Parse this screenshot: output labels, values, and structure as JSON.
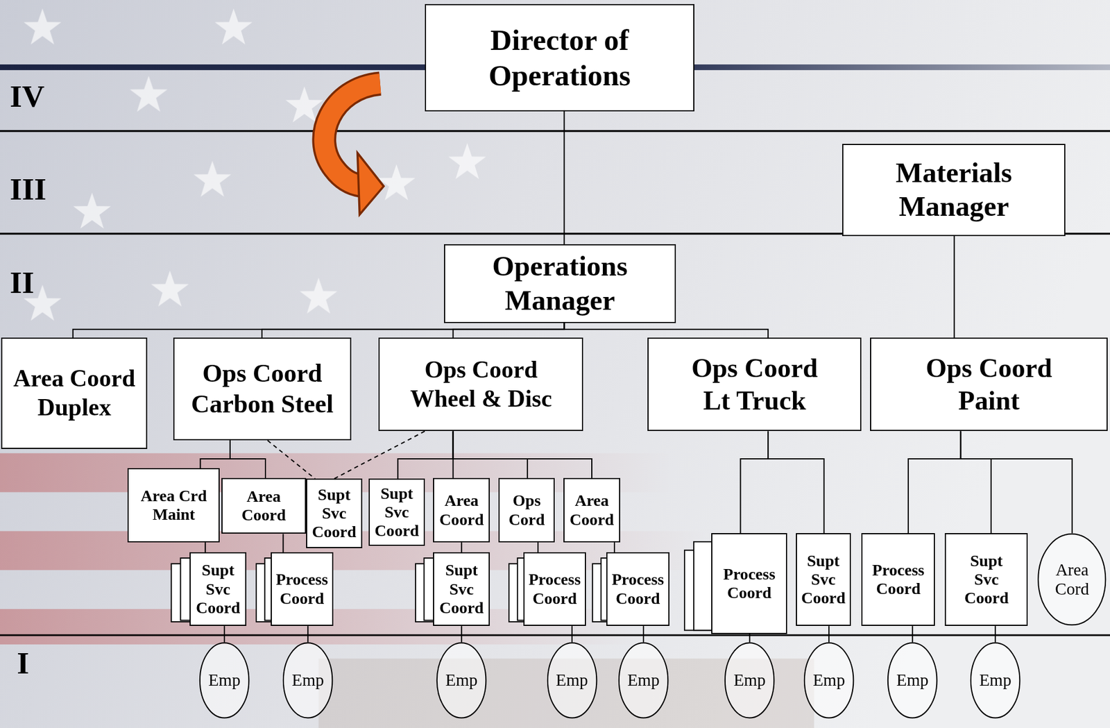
{
  "diagram": {
    "nodes": [
      {
        "text": [
          "Director of Operations"
        ]
      },
      {
        "text": [
          "Materials Manager"
        ]
      },
      {
        "text": [
          "Operations Manager"
        ]
      },
      {
        "text": [
          "Area Coord Duplex"
        ]
      },
      {
        "text": [
          "Ops Coord Carbon Steel"
        ]
      },
      {
        "text": [
          "Ops Coord Wheel & Disc"
        ]
      },
      {
        "text": [
          "Ops Coord Lt Truck"
        ]
      },
      {
        "text": [
          "Ops Coord Paint"
        ]
      },
      {
        "text": [
          "Area Crd Maint"
        ]
      },
      {
        "text": [
          "Area Coord"
        ]
      },
      {
        "text": [
          "Supt Svc Coord"
        ]
      },
      {
        "text": [
          "Supt Svc Coord"
        ]
      },
      {
        "text": [
          "Area Coord"
        ]
      },
      {
        "text": [
          "Ops Cord"
        ]
      },
      {
        "text": [
          "Area Coord"
        ]
      },
      {
        "text": [
          "Supt Svc Coord"
        ]
      },
      {
        "text": [
          "Process Coord"
        ]
      },
      {
        "text": [
          "Supt Svc Coord"
        ]
      },
      {
        "text": [
          "Process Coord"
        ]
      },
      {
        "text": [
          "Process Coord"
        ]
      },
      {
        "text": [
          "Process Coord"
        ]
      },
      {
        "text": [
          "Supt Svc Coord"
        ]
      },
      {
        "text": [
          "Process Coord"
        ]
      },
      {
        "text": [
          "Supt Svc Coord"
        ]
      },
      {
        "text": [
          "Area Cord"
        ]
      },
      {
        "text": [
          "Emp"
        ]
      },
      {
        "text": [
          "Emp"
        ]
      },
      {
        "text": [
          "Emp"
        ]
      },
      {
        "text": [
          "Emp"
        ]
      },
      {
        "text": [
          "Emp"
        ]
      },
      {
        "text": [
          "Emp"
        ]
      },
      {
        "text": [
          "Emp"
        ]
      },
      {
        "text": [
          "Emp"
        ]
      },
      {
        "text": [
          "Emp"
        ]
      }
    ],
    "edges": [
      {
        "from": 0,
        "to": 2,
        "arrow": "none"
      },
      {
        "from": 2,
        "to": 3,
        "arrow": "none"
      },
      {
        "from": 2,
        "to": 4,
        "arrow": "none"
      },
      {
        "from": 2,
        "to": 5,
        "arrow": "none"
      },
      {
        "from": 2,
        "to": 6,
        "arrow": "none"
      },
      {
        "from": 1,
        "to": 7,
        "arrow": "none"
      },
      {
        "from": 4,
        "to": 8,
        "arrow": "none"
      },
      {
        "from": 4,
        "to": 9,
        "arrow": "none"
      },
      {
        "from": 4,
        "to": 10,
        "arrow": "none"
      },
      {
        "from": 5,
        "to": 10,
        "arrow": "none"
      },
      {
        "from": 5,
        "to": 11,
        "arrow": "none"
      },
      {
        "from": 5,
        "to": 12,
        "arrow": "none"
      },
      {
        "from": 5,
        "to": 13,
        "arrow": "none"
      },
      {
        "from": 5,
        "to": 14,
        "arrow": "none"
      },
      {
        "from": 6,
        "to": 20,
        "arrow": "none"
      },
      {
        "from": 6,
        "to": 21,
        "arrow": "none"
      },
      {
        "from": 7,
        "to": 22,
        "arrow": "none"
      },
      {
        "from": 7,
        "to": 23,
        "arrow": "none"
      },
      {
        "from": 7,
        "to": 24,
        "arrow": "none"
      },
      {
        "from": 8,
        "to": 15,
        "arrow": "none"
      },
      {
        "from": 9,
        "to": 16,
        "arrow": "none"
      },
      {
        "from": 12,
        "to": 17,
        "arrow": "none"
      },
      {
        "from": 13,
        "to": 18,
        "arrow": "none"
      },
      {
        "from": 14,
        "to": 19,
        "arrow": "none"
      },
      {
        "from": 15,
        "to": 25,
        "arrow": "none"
      },
      {
        "from": 16,
        "to": 26,
        "arrow": "none"
      },
      {
        "from": 17,
        "to": 27,
        "arrow": "none"
      },
      {
        "from": 18,
        "to": 28,
        "arrow": "none"
      },
      {
        "from": 19,
        "to": 29,
        "arrow": "none"
      },
      {
        "from": 20,
        "to": 30,
        "arrow": "none"
      },
      {
        "from": 21,
        "to": 31,
        "arrow": "none"
      },
      {
        "from": 22,
        "to": 32,
        "arrow": "none"
      },
      {
        "from": 23,
        "to": 33,
        "arrow": "none"
      }
    ],
    "labels": [
      "IV",
      "III",
      "II",
      "I"
    ]
  }
}
